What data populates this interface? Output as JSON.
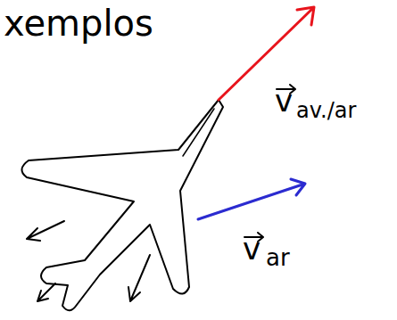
{
  "diagram": {
    "title": "xemplos",
    "labels": [
      "v",
      "av./ar",
      "v",
      "ar"
    ]
  }
}
